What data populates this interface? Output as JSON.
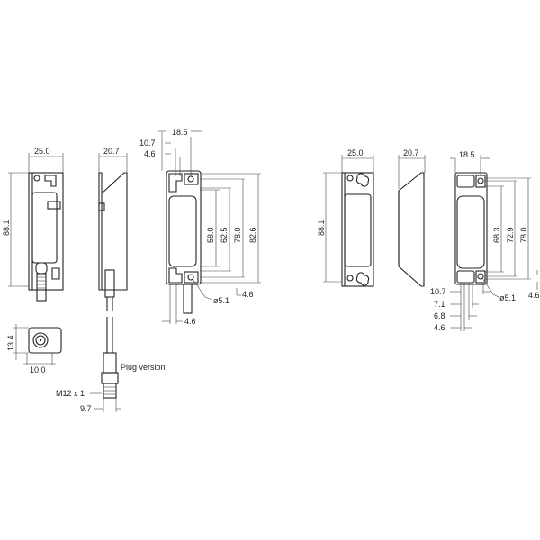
{
  "cable_version": {
    "front": {
      "width": "25.0",
      "height": "88.1"
    },
    "side": {
      "depth": "20.7"
    },
    "back": {
      "width": "18.5",
      "offset_a": "10.7",
      "offset_b": "4.6",
      "dims": [
        "58.0",
        "62.5",
        "78.0",
        "82.6"
      ],
      "bottom_offset": "4.6",
      "hole": "ø5.1",
      "bottom_width": "4.6"
    },
    "end_view": {
      "height": "13.4",
      "width": "10.0"
    },
    "plug": {
      "label": "Plug version",
      "thread": "M12 x 1",
      "width": "9.7"
    }
  },
  "plain_version": {
    "front": {
      "width": "25.0",
      "height": "88.1"
    },
    "side": {
      "depth": "20.7"
    },
    "back": {
      "width": "18.5",
      "dims": [
        "68.3",
        "72.9",
        "78.0"
      ],
      "offsets": [
        "10.7",
        "7.1",
        "6.8",
        "4.6"
      ],
      "hole": "ø5.1",
      "right_offset": "4.6"
    }
  }
}
